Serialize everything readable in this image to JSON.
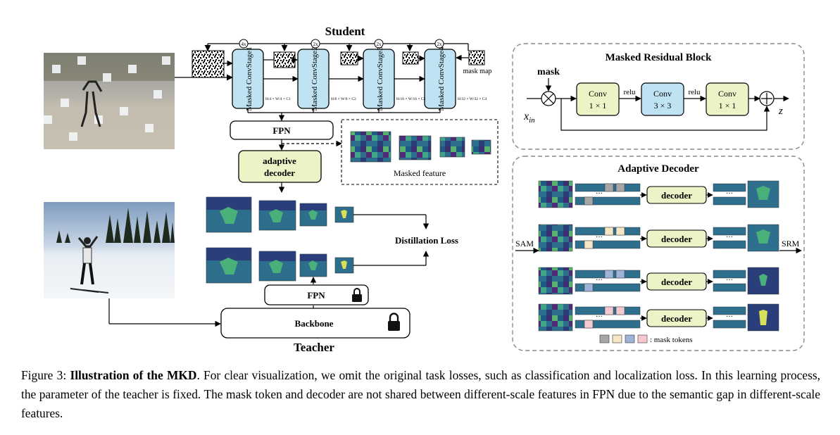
{
  "student": {
    "title": "Student",
    "stages": [
      "Masked ConvStage1",
      "Masked ConvStage2",
      "Masked ConvStage3",
      "Masked ConvStage4"
    ],
    "upsample_labels": [
      "4x",
      "2x",
      "2x",
      "2x"
    ],
    "dims": [
      "H/4 × W/4 × C1",
      "H/8 × W/8 × C2",
      "H/16 × W/16 × C3",
      "H/32 × W/32 × C4"
    ],
    "mask_map_label": "mask map",
    "fpn_label": "FPN",
    "decoder_label": [
      "adaptive",
      "decoder"
    ],
    "masked_feature_label": "Masked feature"
  },
  "teacher": {
    "title": "Teacher",
    "fpn_label": "FPN",
    "backbone_label": "Backbone"
  },
  "distillation_label": "Distillation Loss",
  "masked_residual_block": {
    "title": "Masked Residual Block",
    "mask_label": "mask",
    "input_label": "x",
    "input_sub": "in",
    "output_label": "z",
    "convs": [
      [
        "Conv",
        "1 × 1"
      ],
      [
        "Conv",
        "3 × 3"
      ],
      [
        "Conv",
        "1 × 1"
      ]
    ],
    "activation": "relu"
  },
  "adaptive_decoder": {
    "title": "Adaptive Decoder",
    "input_label": "SAM",
    "output_label": "SRM",
    "decoder_label": "decoder",
    "ellipsis": "···",
    "legend_label": ": mask tokens",
    "token_colors": [
      "#a7a7a7",
      "#f7e6c4",
      "#9fb2d8",
      "#f5c9cf"
    ]
  },
  "caption": {
    "figure_label": "Figure 3:",
    "bold": "Illustration of the MKD",
    "text": ". For clear visualization, we omit the original task losses, such as classification and localization loss. In this learning process, the parameter of the teacher is fixed. The mask token and decoder are not shared between different-scale features in FPN due to the semantic gap in different-scale features."
  },
  "colors": {
    "stage_fill": "#bfe3f2",
    "decoder_fill": "#eef2c7",
    "conv_yellow": "#eef2c7",
    "conv_blue": "#bfe3f2"
  }
}
